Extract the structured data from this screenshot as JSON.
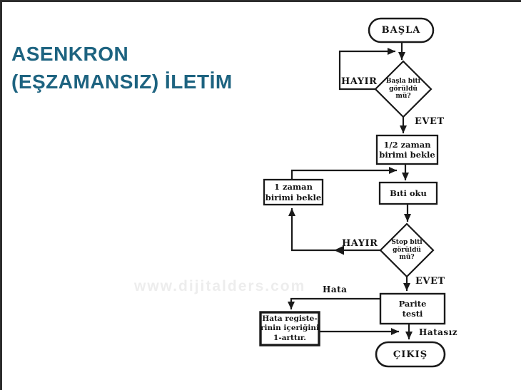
{
  "slide": {
    "title_line1": "ASENKRON",
    "title_line2": "(EŞZAMANSIZ) İLETİM",
    "watermark": "www.dijitalders.com"
  },
  "colors": {
    "title": "#1d6380",
    "ink": "#1a1a1a",
    "watermark": "#ededed",
    "border": "#2d2d2d"
  },
  "flowchart": {
    "nodes": {
      "start": "BAŞLA",
      "decision_start_bit": "Başla biti\ngörüldü\nmü?",
      "wait_half_unit": "1/2 zaman\nbirimi bekle",
      "read_bit": "Bıti oku",
      "wait_one_unit": "1 zaman\nbirimi bekle",
      "decision_stop_bit": "Stop biti\ngörüldü\nmü?",
      "parity_test": "Parite\ntesti",
      "increment_error_register": "Hata registe-\nrinin içeriğini\n1-arttır.",
      "end": "ÇIKIŞ"
    },
    "edge_labels": {
      "start_bit_no": "HAYIR",
      "start_bit_yes": "EVET",
      "stop_bit_no": "HAYIR",
      "stop_bit_yes": "EVET",
      "parity_error": "Hata",
      "parity_ok": "Hatasız"
    }
  }
}
